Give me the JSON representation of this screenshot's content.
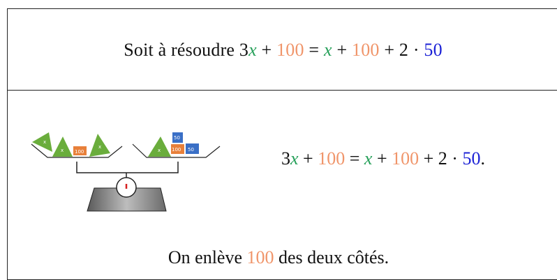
{
  "statement": {
    "prefix": "Soit à résoudre",
    "coef_left": "3",
    "var_left": "x",
    "plus1": "+",
    "const_left": "100",
    "equals": "=",
    "var_right": "x",
    "plus2": "+",
    "const_right": "100",
    "plus3": "+",
    "factor": "2 ·",
    "count": "50"
  },
  "equation": {
    "coef_left": "3",
    "var_left": "x",
    "plus1": "+",
    "const_left": "100",
    "equals": "=",
    "var_right": "x",
    "plus2": "+",
    "const_right": "100",
    "plus3": "+",
    "factor": "2 ·",
    "count": "50",
    "end": "."
  },
  "scale": {
    "left_pan": {
      "x_tiles": [
        "x",
        "x",
        "x"
      ],
      "num_tiles": [
        "100"
      ]
    },
    "right_pan": {
      "x_tiles": [
        "x"
      ],
      "num_tiles": [
        "100",
        "50",
        "50"
      ]
    }
  },
  "caption": {
    "before": "On enlève",
    "value": "100",
    "after": "des deux côtés."
  },
  "colors": {
    "variable": "#27a05a",
    "constant_100": "#f0956a",
    "constant_50": "#1c22d6",
    "tile_green": "#6aad3c",
    "tile_orange": "#e8803a",
    "tile_blue": "#3a6fc6"
  }
}
